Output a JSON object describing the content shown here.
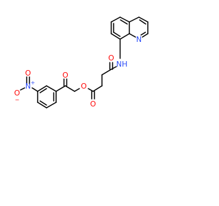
{
  "colors": {
    "bond": "#000000",
    "oxygen": "#ff0d0d",
    "nitrogen": "#3050f8"
  },
  "atoms": {
    "o_amide": "O",
    "nh": "NH",
    "n_quinoline": "N",
    "o_ester_carbonyl": "O",
    "o_ester": "O",
    "o_ketone": "O",
    "n_nitro": "N",
    "n_nitro_charge": "+",
    "o_nitro_top": "O",
    "o_nitro_bottom": "O",
    "o_nitro_charge": "−"
  }
}
